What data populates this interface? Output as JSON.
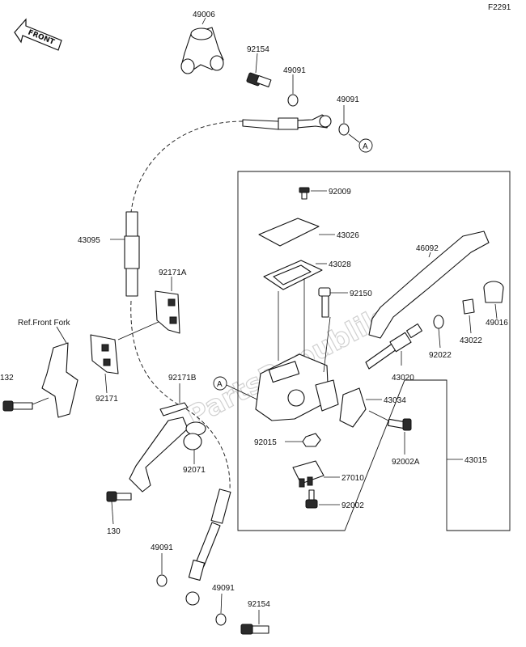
{
  "header": {
    "figure_code": "F2291"
  },
  "front_badge": "FRONT",
  "watermark": "PartsRepublik",
  "ref_label": "Ref.Front Fork",
  "callouts": {
    "a_top": "A",
    "a_left": "A"
  },
  "parts": {
    "p49006": "49006",
    "p92154_top": "92154",
    "p49091_a": "49091",
    "p49091_b": "49091",
    "p43095": "43095",
    "p92171A": "92171A",
    "p92171": "92171",
    "p132": "132",
    "p92171B": "92171B",
    "p92071": "92071",
    "p130": "130",
    "p49091_c": "49091",
    "p49091_d": "49091",
    "p92154_bot": "92154",
    "p92009": "92009",
    "p43026": "43026",
    "p43028": "43028",
    "p92150": "92150",
    "p46092": "46092",
    "p43022": "43022",
    "p49016": "49016",
    "p92022": "92022",
    "p43020": "43020",
    "p43034": "43034",
    "p92015": "92015",
    "p92002A": "92002A",
    "p43015": "43015",
    "p27010": "27010",
    "p92002": "92002"
  }
}
